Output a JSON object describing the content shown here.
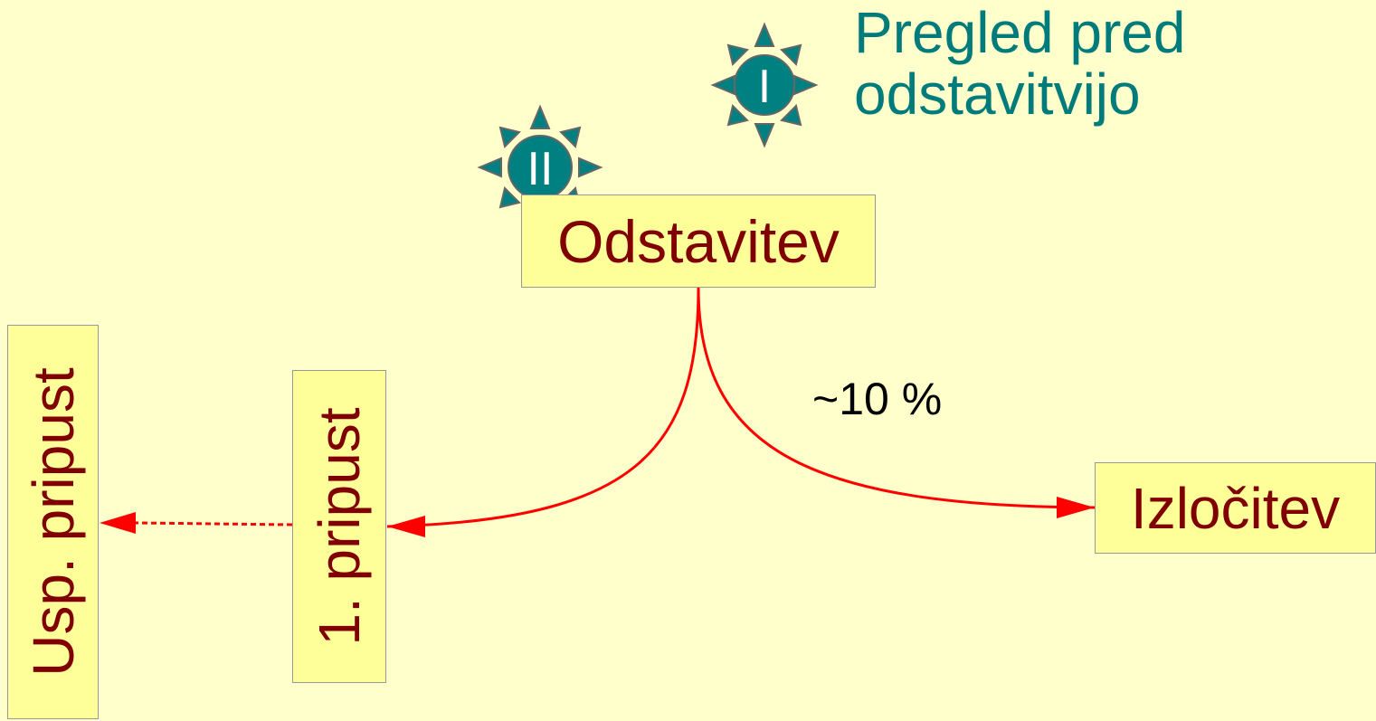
{
  "nodes": {
    "odstavitev": "Odstavitev",
    "izlocitev": "Izločitev",
    "pripust1": "1. pripust",
    "usp_pripust": "Usp. pripust"
  },
  "legend": {
    "pregled": "Pregled pred odstavitvijo"
  },
  "edges": {
    "izlocitev_label": "~10 %"
  },
  "markers": {
    "sun1_label": "I",
    "sun2_label": "II"
  },
  "colors": {
    "box_fill": "#ffff99",
    "node_text": "#800000",
    "teal": "#007b7b",
    "arrow": "#ff0000",
    "background": "#ffffcc"
  }
}
